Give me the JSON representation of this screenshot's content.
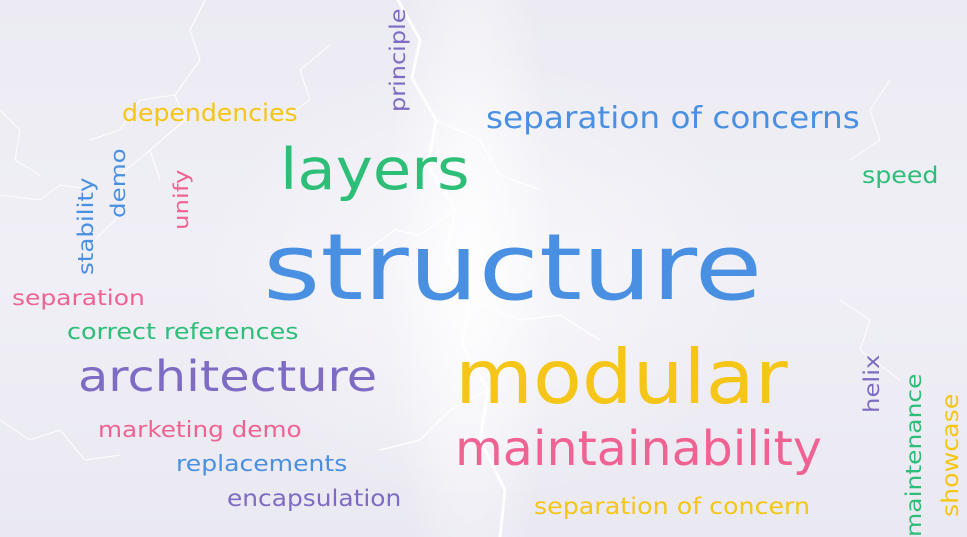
{
  "palette": {
    "blue": "#4a90e2",
    "green": "#2dbe78",
    "yellow": "#f5c518",
    "pink": "#f06292",
    "purple": "#7e6bc4",
    "lightning": "#ffffff"
  },
  "words": [
    {
      "key": "structure",
      "text": "structure",
      "color": "blue"
    },
    {
      "key": "modular",
      "text": "modular",
      "color": "yellow"
    },
    {
      "key": "maintainability",
      "text": "maintainability",
      "color": "pink"
    },
    {
      "key": "layers",
      "text": "layers",
      "color": "green"
    },
    {
      "key": "architecture",
      "text": "architecture",
      "color": "purple"
    },
    {
      "key": "separation-of-concerns",
      "text": "separation of concerns",
      "color": "blue"
    },
    {
      "key": "dependencies",
      "text": "dependencies",
      "color": "yellow"
    },
    {
      "key": "principle",
      "text": "principle",
      "color": "purple"
    },
    {
      "key": "speed",
      "text": "speed",
      "color": "green"
    },
    {
      "key": "demo",
      "text": "demo",
      "color": "blue"
    },
    {
      "key": "stability",
      "text": "stability",
      "color": "blue"
    },
    {
      "key": "unify",
      "text": "unify",
      "color": "pink"
    },
    {
      "key": "separation",
      "text": "separation",
      "color": "pink"
    },
    {
      "key": "correct-references",
      "text": "correct references",
      "color": "green"
    },
    {
      "key": "marketing-demo",
      "text": "marketing demo",
      "color": "pink"
    },
    {
      "key": "replacements",
      "text": "replacements",
      "color": "blue"
    },
    {
      "key": "encapsulation",
      "text": "encapsulation",
      "color": "purple"
    },
    {
      "key": "separation-of-concern",
      "text": "separation of concern",
      "color": "yellow"
    },
    {
      "key": "helix",
      "text": "helix",
      "color": "purple"
    },
    {
      "key": "maintenance",
      "text": "maintenance",
      "color": "green"
    },
    {
      "key": "showcase",
      "text": "showcase",
      "color": "yellow"
    }
  ]
}
